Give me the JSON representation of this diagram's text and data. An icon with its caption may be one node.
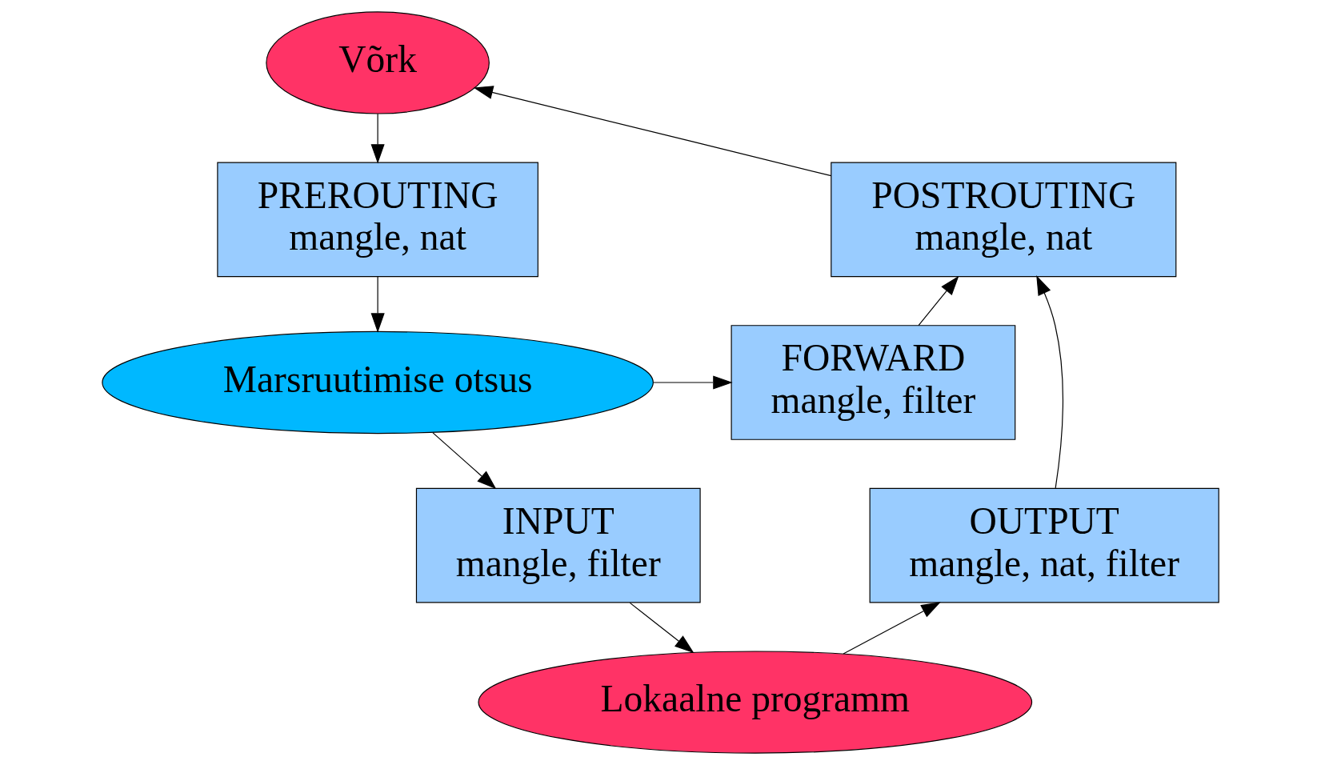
{
  "diagram": {
    "nodes": [
      {
        "text": [
          "Võrk"
        ]
      },
      {
        "text": [
          "PREROUTING",
          "mangle, nat"
        ]
      },
      {
        "text": [
          "POSTROUTING",
          "mangle, nat"
        ]
      },
      {
        "text": [
          "Marsruutimise otsus"
        ]
      },
      {
        "text": [
          "FORWARD",
          "mangle, filter"
        ]
      },
      {
        "text": [
          "INPUT",
          "mangle, filter"
        ]
      },
      {
        "text": [
          "OUTPUT",
          "mangle, nat, filter"
        ]
      },
      {
        "text": [
          "Lokaalne programm"
        ]
      }
    ],
    "edges": [
      {
        "from": 0,
        "to": 1,
        "arrow": "to"
      },
      {
        "from": 1,
        "to": 3,
        "arrow": "to"
      },
      {
        "from": 3,
        "to": 4,
        "arrow": "to"
      },
      {
        "from": 3,
        "to": 5,
        "arrow": "to"
      },
      {
        "from": 5,
        "to": 7,
        "arrow": "to"
      },
      {
        "from": 7,
        "to": 6,
        "arrow": "to"
      },
      {
        "from": 6,
        "to": 2,
        "arrow": "to"
      },
      {
        "from": 4,
        "to": 2,
        "arrow": "to"
      },
      {
        "from": 2,
        "to": 0,
        "arrow": "to"
      }
    ]
  }
}
